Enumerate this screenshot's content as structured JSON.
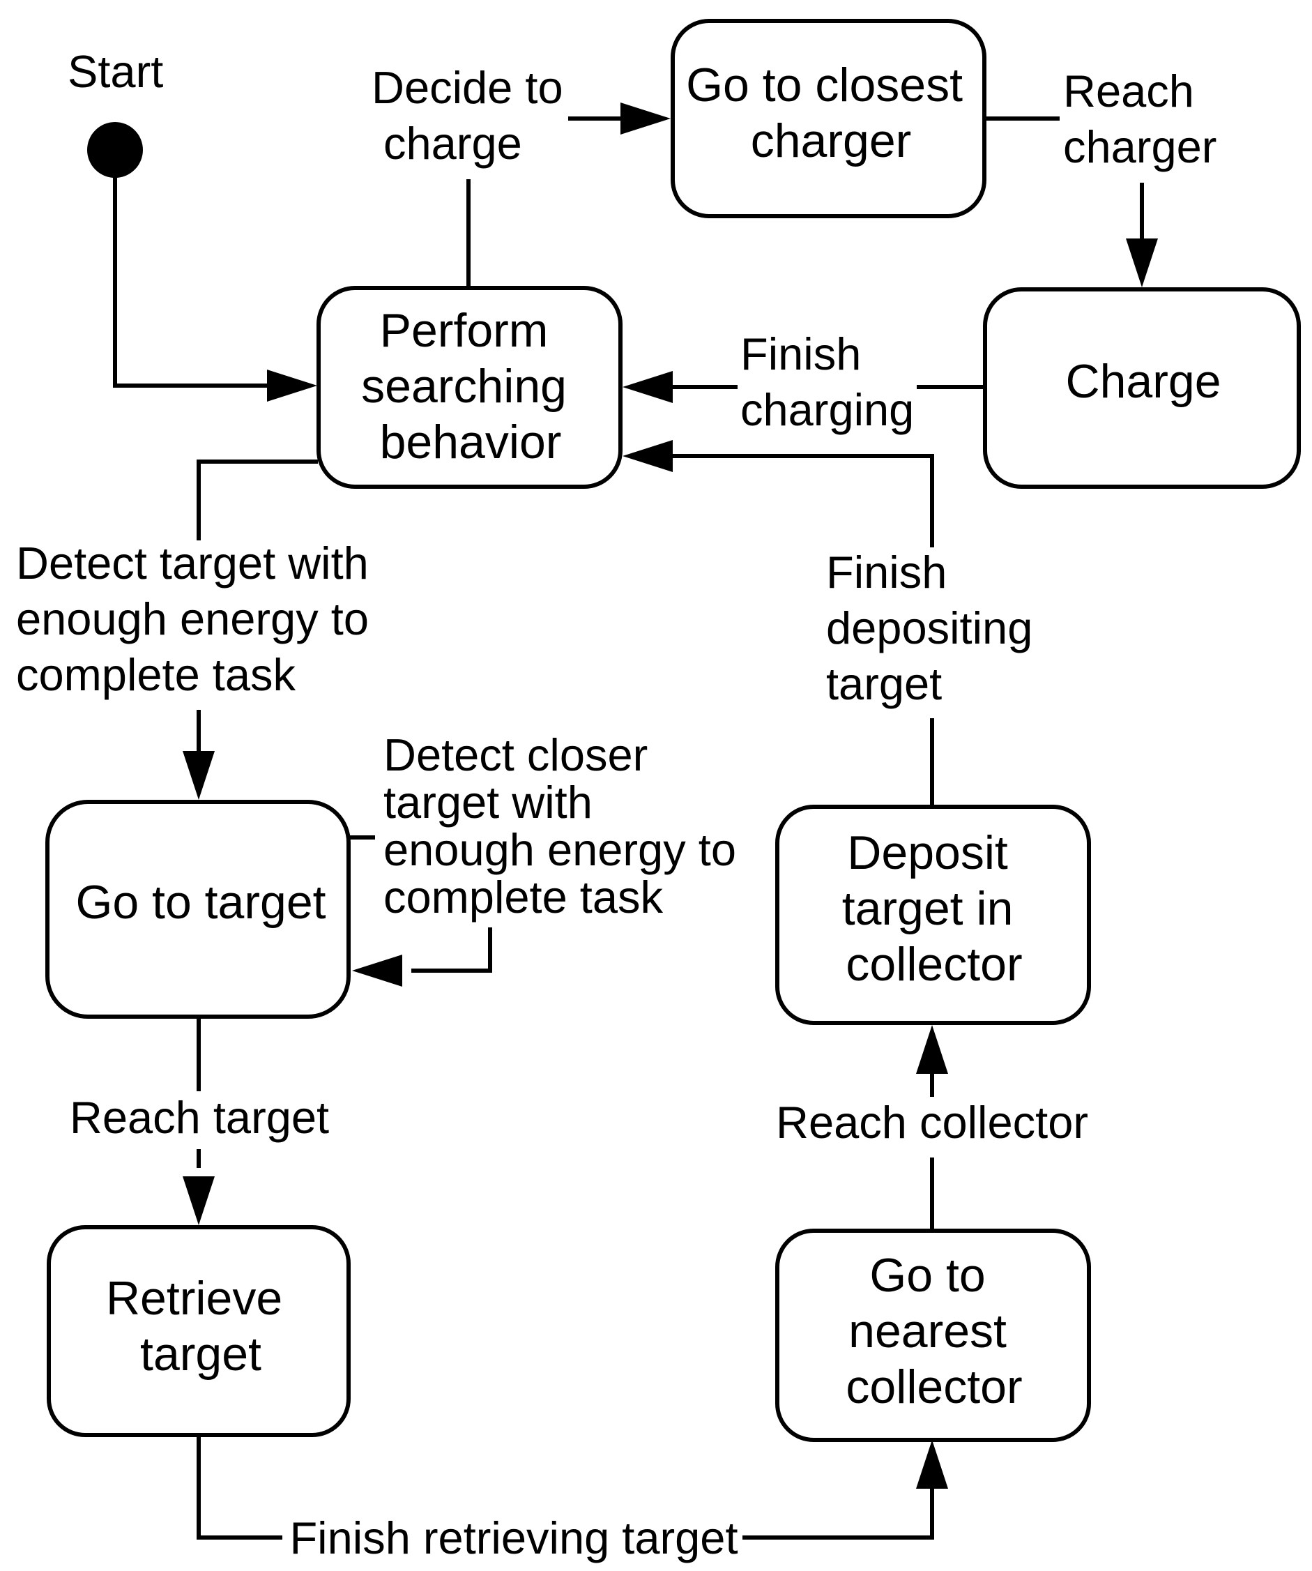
{
  "start_label": "Start",
  "states": {
    "perform_search": [
      "Perform",
      "searching",
      "behavior"
    ],
    "go_to_charger": [
      "Go to closest",
      "charger"
    ],
    "charge": [
      "Charge"
    ],
    "go_to_target": [
      "Go to target"
    ],
    "retrieve_target": [
      "Retrieve",
      "target"
    ],
    "deposit_target": [
      "Deposit",
      "target in",
      "collector"
    ],
    "go_to_collector": [
      "Go to",
      "nearest",
      "collector"
    ]
  },
  "transitions": {
    "decide_to_charge": [
      "Decide to",
      "charge"
    ],
    "reach_charger": [
      "Reach",
      "charger"
    ],
    "finish_charging": [
      "Finish",
      "charging"
    ],
    "detect_target": [
      "Detect target with",
      "enough energy to",
      "complete task"
    ],
    "detect_closer_target": [
      "Detect closer",
      "target  with",
      "enough energy to",
      "complete task"
    ],
    "reach_target": [
      "Reach target"
    ],
    "finish_retrieving": [
      "Finish retrieving target"
    ],
    "reach_collector": [
      "Reach collector"
    ],
    "finish_depositing": [
      "Finish",
      "depositing",
      "target"
    ]
  }
}
